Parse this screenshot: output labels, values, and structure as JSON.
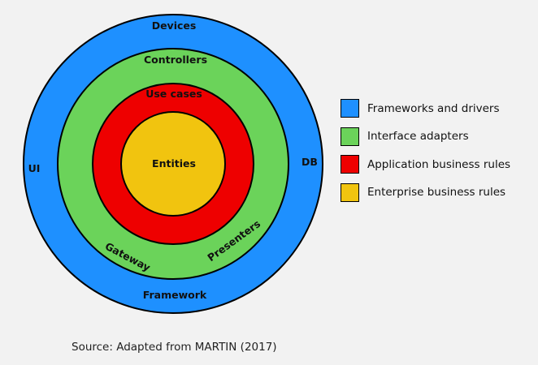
{
  "colors": {
    "background": "#f2f2f2",
    "blue": "#1E90FF",
    "green": "#6BD35A",
    "red": "#EE0000",
    "gold": "#F1C40F",
    "outline": "#000000"
  },
  "labels": {
    "devices": "Devices",
    "controllers": "Controllers",
    "use_cases": "Use cases",
    "entities": "Entities",
    "ui": "UI",
    "db": "DB",
    "gateway": "Gateway",
    "presenters": "Presenters",
    "framework": "Framework"
  },
  "legend": {
    "items": [
      {
        "label": "Frameworks and drivers",
        "color": "#1E90FF"
      },
      {
        "label": "Interface adapters",
        "color": "#6BD35A"
      },
      {
        "label": "Application business rules",
        "color": "#EE0000"
      },
      {
        "label": "Enterprise business rules",
        "color": "#F1C40F"
      }
    ]
  },
  "caption": "Source: Adapted from MARTIN (2017)"
}
